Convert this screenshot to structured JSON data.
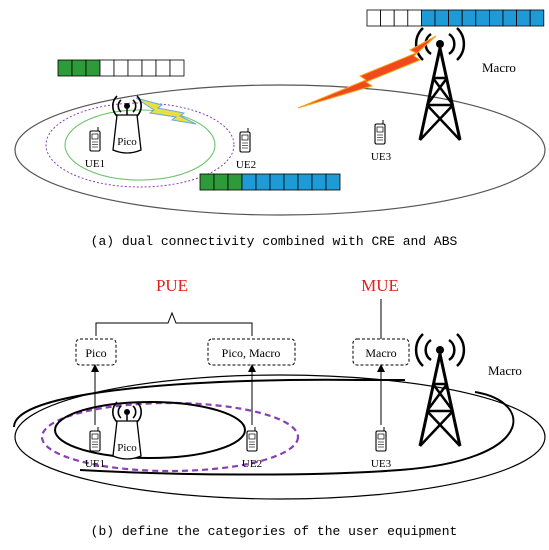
{
  "panel_a": {
    "caption": "(a) dual connectivity combined with CRE and ABS",
    "macro_label": "Macro",
    "pico_label": "Pico",
    "ue_labels": [
      "UE1",
      "UE2",
      "UE3"
    ],
    "buffer_macro": {
      "empty": 4,
      "filled": 9,
      "fill_color": "#1e9bd7"
    },
    "buffer_pico": {
      "filled": 3,
      "empty": 6,
      "fill_color": "#2e9b3a"
    },
    "buffer_dual": {
      "green": 3,
      "blue": 7,
      "green_color": "#2e9b3a",
      "blue_color": "#1e9bd7"
    }
  },
  "panel_b": {
    "caption": "(b) define the categories of the user equipment",
    "pue_label": "PUE",
    "mue_label": "MUE",
    "box_labels": [
      "Pico",
      "Pico, Macro",
      "Macro"
    ],
    "macro_label": "Macro",
    "pico_label": "Pico",
    "ue_labels": [
      "UE1",
      "UE2",
      "UE3"
    ]
  },
  "colors": {
    "category_label": "#e0201b",
    "cre_ring": "#8b3fb5",
    "pico_coverage": "#6cc36c",
    "lightning_macro": "#f04a1c",
    "lightning_pico": "#e8e040"
  }
}
